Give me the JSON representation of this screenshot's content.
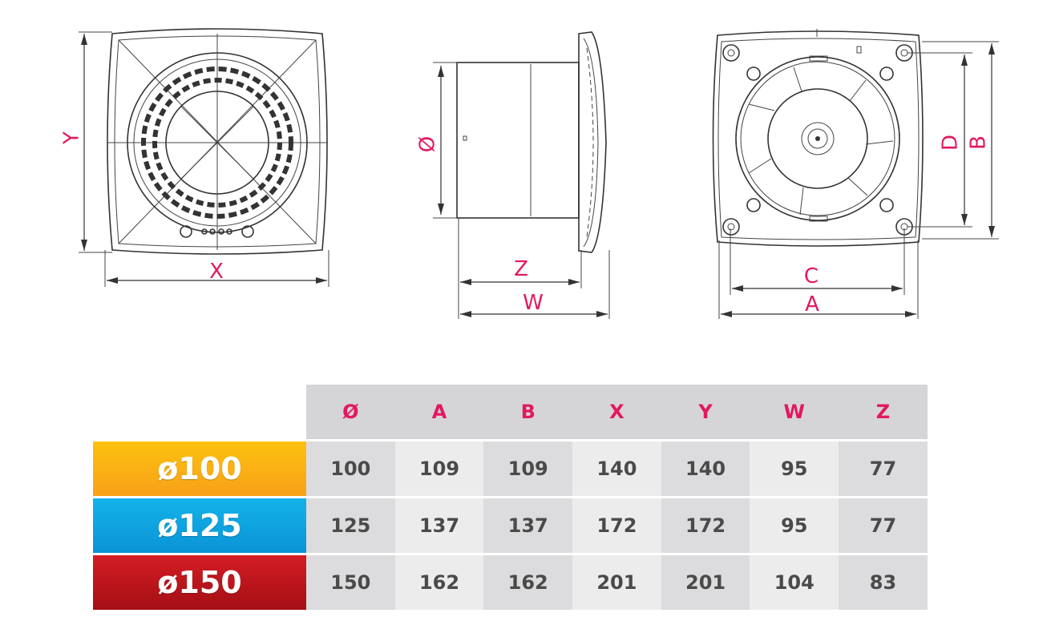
{
  "drawing_labels": {
    "front": {
      "height": "Y",
      "width": "X"
    },
    "side": {
      "diameter": "Ø",
      "depth_z": "Z",
      "depth_w": "W"
    },
    "back": {
      "hole_width": "C",
      "width": "A",
      "hole_height": "D",
      "height": "B"
    }
  },
  "table": {
    "headers": [
      "Ø",
      "A",
      "B",
      "X",
      "Y",
      "W",
      "Z"
    ],
    "rows": [
      {
        "size": "ø100",
        "color": "#f9b114",
        "values": [
          "100",
          "109",
          "109",
          "140",
          "140",
          "95",
          "77"
        ]
      },
      {
        "size": "ø125",
        "color": "#0ea3e0",
        "values": [
          "125",
          "137",
          "137",
          "172",
          "172",
          "95",
          "77"
        ]
      },
      {
        "size": "ø150",
        "color": "#bb161c",
        "values": [
          "150",
          "162",
          "162",
          "201",
          "201",
          "104",
          "83"
        ]
      }
    ]
  },
  "accent_color": "#e3185f"
}
